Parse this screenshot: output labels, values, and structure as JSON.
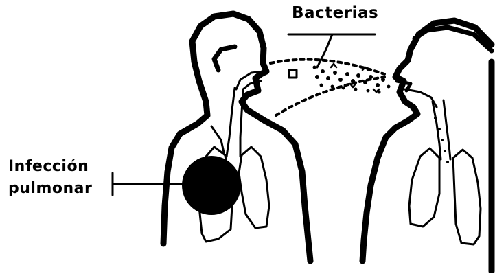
{
  "labels": {
    "bacteria": "Bacterias",
    "infection_line1": "Infección",
    "infection_line2": "pulmonar"
  },
  "colors": {
    "ink": "#000000",
    "background": "#ffffff"
  }
}
